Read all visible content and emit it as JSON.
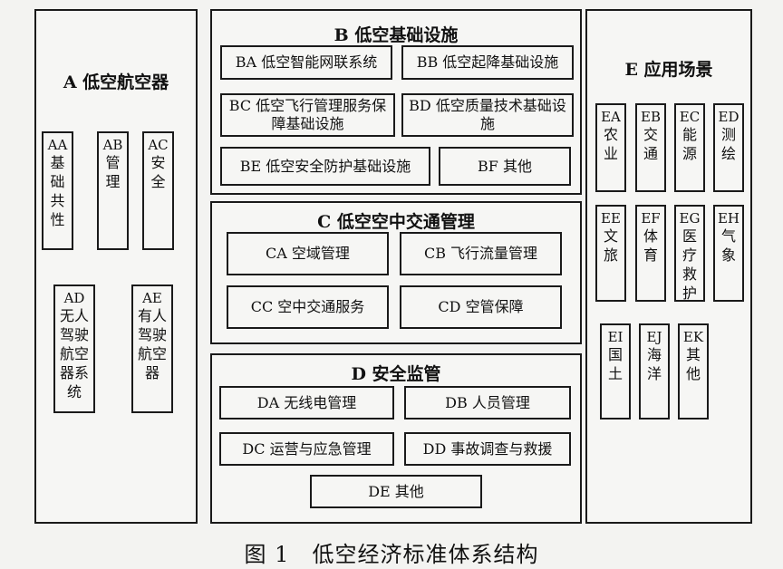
{
  "A": {
    "title": "A 低空航空器",
    "items": [
      {
        "code": "AA",
        "text": "基础共性"
      },
      {
        "code": "AB",
        "text": "管理"
      },
      {
        "code": "AC",
        "text": "安全"
      },
      {
        "code": "AD",
        "text": "无人驾驶航空器系统"
      },
      {
        "code": "AE",
        "text": "有人驾驶航空器"
      }
    ]
  },
  "B": {
    "title": "B 低空基础设施",
    "items": [
      {
        "text": "BA 低空智能网联系统"
      },
      {
        "text": "BB 低空起降基础设施"
      },
      {
        "text": "BC 低空飞行管理服务保障基础设施"
      },
      {
        "text": "BD 低空质量技术基础设施"
      },
      {
        "text": "BE 低空安全防护基础设施"
      },
      {
        "text": "BF 其他"
      }
    ]
  },
  "C": {
    "title": "C 低空空中交通管理",
    "items": [
      {
        "text": "CA 空域管理"
      },
      {
        "text": "CB 飞行流量管理"
      },
      {
        "text": "CC 空中交通服务"
      },
      {
        "text": "CD 空管保障"
      }
    ]
  },
  "D": {
    "title": "D 安全监管",
    "items": [
      {
        "text": "DA 无线电管理"
      },
      {
        "text": "DB 人员管理"
      },
      {
        "text": "DC 运营与应急管理"
      },
      {
        "text": "DD 事故调查与救援"
      },
      {
        "text": "DE 其他"
      }
    ]
  },
  "E": {
    "title": "E 应用场景",
    "items": [
      {
        "code": "EA",
        "text": "农业"
      },
      {
        "code": "EB",
        "text": "交通"
      },
      {
        "code": "EC",
        "text": "能源"
      },
      {
        "code": "ED",
        "text": "测绘"
      },
      {
        "code": "EE",
        "text": "文旅"
      },
      {
        "code": "EF",
        "text": "体育"
      },
      {
        "code": "EG",
        "text": "医疗救护"
      },
      {
        "code": "EH",
        "text": "气象"
      },
      {
        "code": "EI",
        "text": "国土"
      },
      {
        "code": "EJ",
        "text": "海洋"
      },
      {
        "code": "EK",
        "text": "其他"
      }
    ]
  },
  "caption": "图 1　低空经济标准体系结构"
}
